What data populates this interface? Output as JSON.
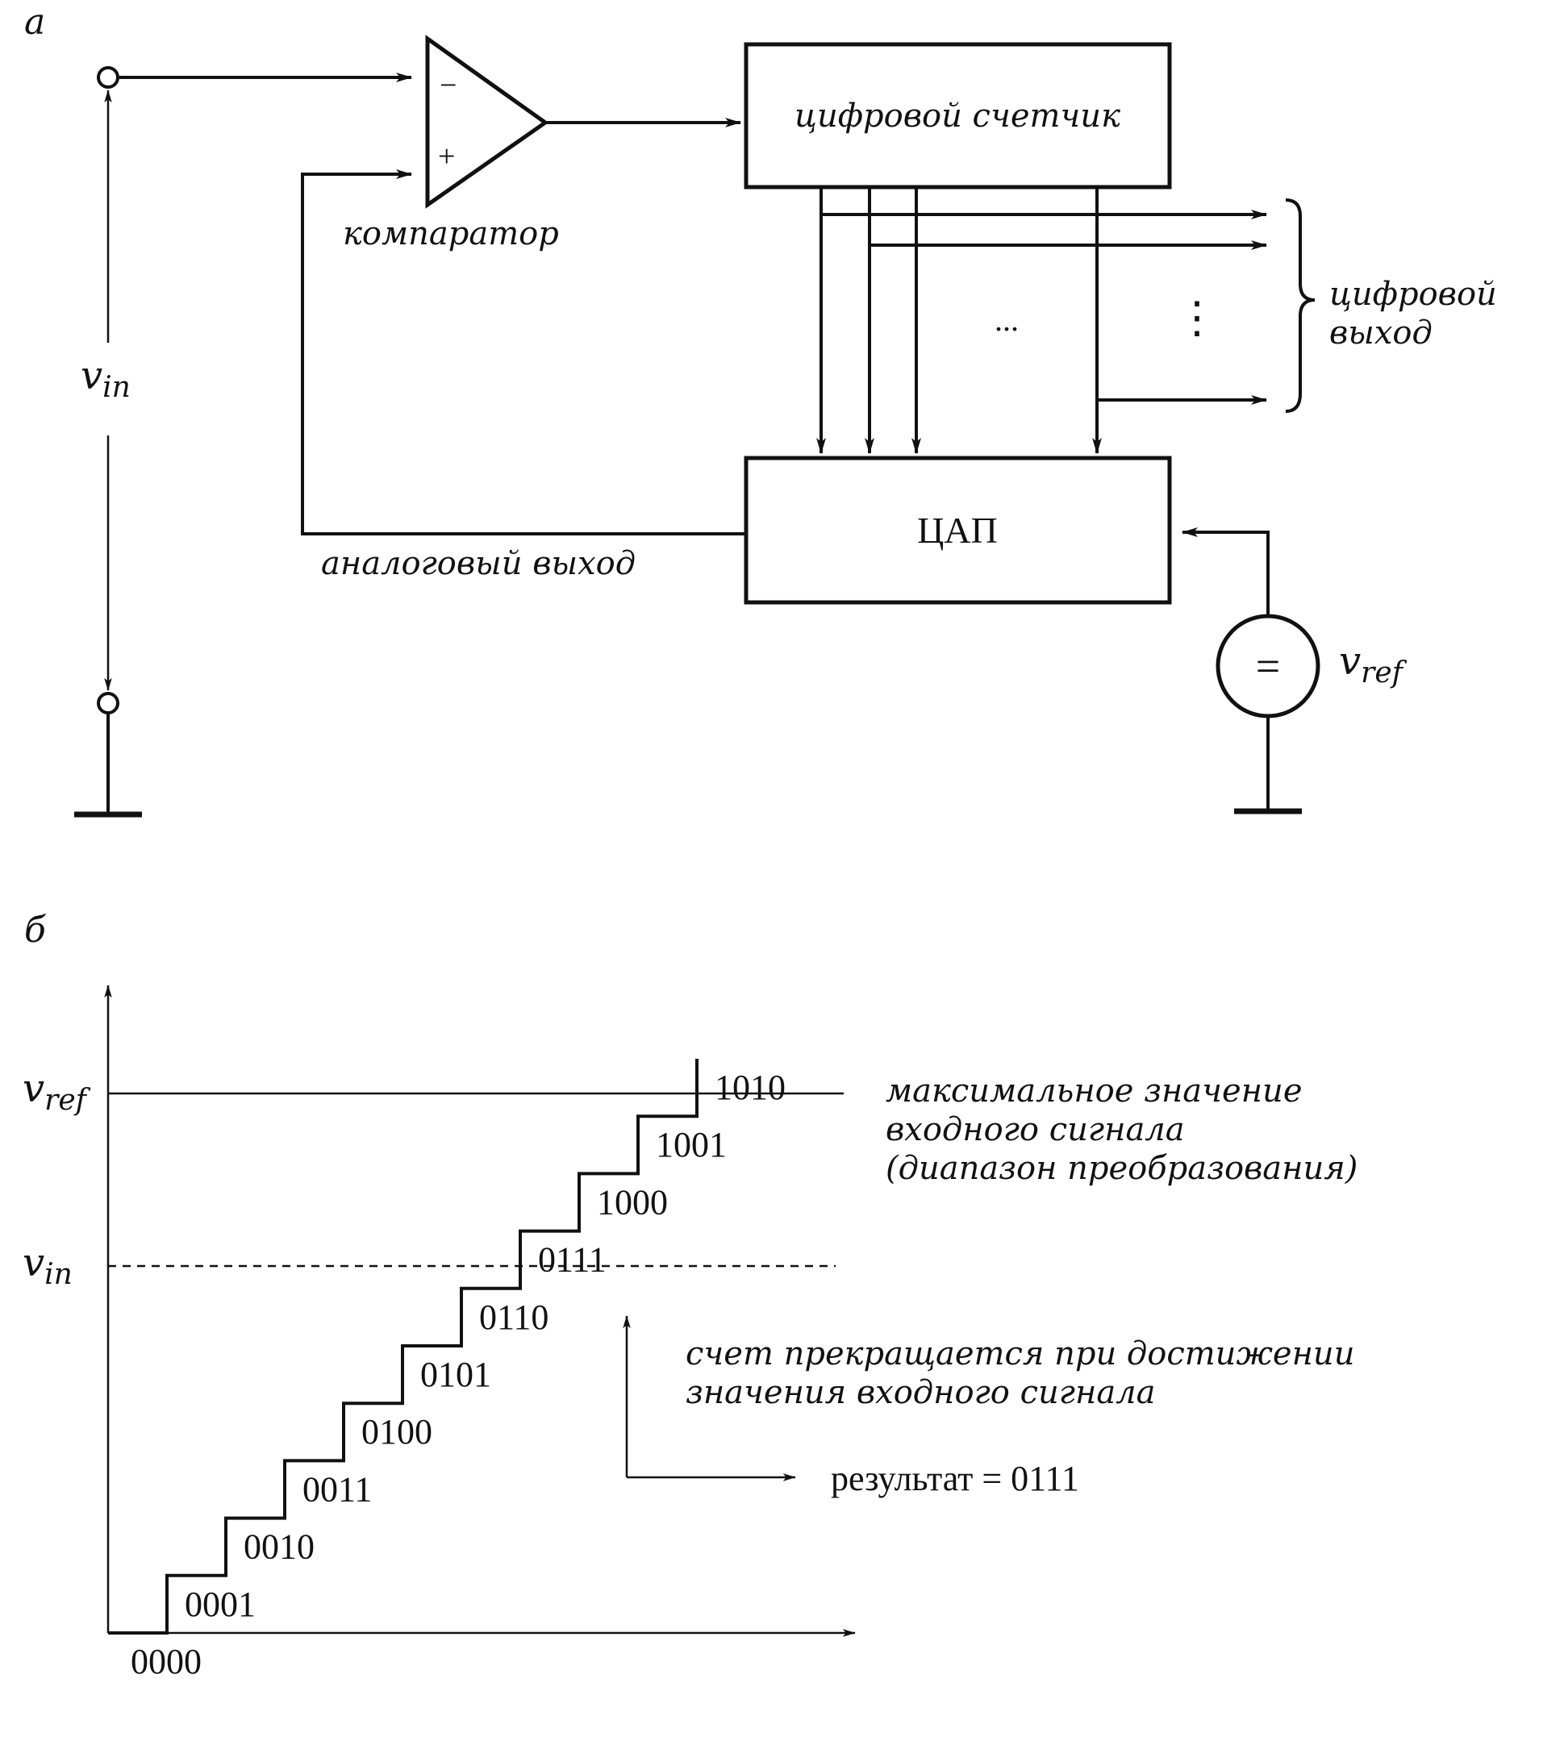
{
  "part_a": {
    "label": "а",
    "comparator": {
      "minus": "−",
      "plus": "+",
      "label": "компаратор"
    },
    "counter": {
      "label": "цифровой счетчик"
    },
    "dac": {
      "label": "ЦАП"
    },
    "digital_output": {
      "line1": "цифровой",
      "line2": "выход"
    },
    "analog_output": "аналоговый выход",
    "vin": {
      "main": "v",
      "sub": "in"
    },
    "vref": {
      "main": "v",
      "sub": "ref"
    },
    "source_symbol": "=",
    "h_ellipsis": "...",
    "v_ellipsis": "⋮"
  },
  "part_b": {
    "label": "б",
    "vref": {
      "main": "v",
      "sub": "ref"
    },
    "vin": {
      "main": "v",
      "sub": "in"
    },
    "codes": [
      "0000",
      "0001",
      "0010",
      "0011",
      "0100",
      "0101",
      "0110",
      "0111",
      "1000",
      "1001",
      "1010"
    ],
    "max_note": [
      "максимальное значение",
      "входного сигнала",
      "(диапазон преобразования)"
    ],
    "stop_note": [
      "счет прекращается при достижении",
      "значения входного сигнала"
    ],
    "result": "результат = 0111"
  },
  "chart_data": {
    "type": "line",
    "series": [
      {
        "values": [
          0,
          1,
          2,
          3,
          4,
          5,
          6,
          7,
          8,
          9,
          10
        ]
      }
    ],
    "x": [
      0,
      1,
      2,
      3,
      4,
      5,
      6,
      7,
      8,
      9,
      10
    ],
    "vin_level": 7,
    "vref_level": 10
  }
}
